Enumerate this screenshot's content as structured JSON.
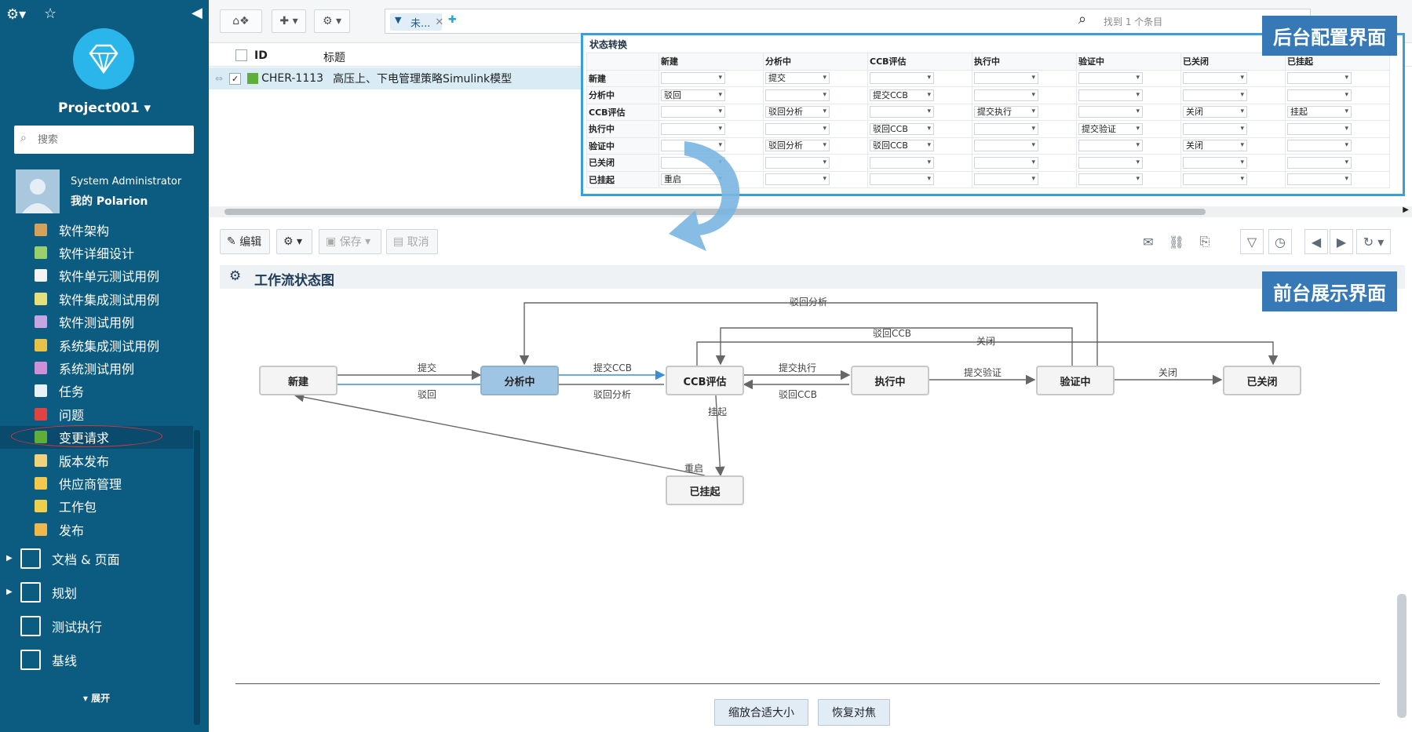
{
  "sidebar": {
    "project_name": "Project001",
    "search_placeholder": "搜索",
    "user_name": "System Administrator",
    "my_polarion": "我的 Polarion",
    "items": [
      {
        "label": "软件架构",
        "color": "#d6a25a"
      },
      {
        "label": "软件详细设计",
        "color": "#9ccf6b"
      },
      {
        "label": "软件单元测试用例",
        "color": "#f4f4f4"
      },
      {
        "label": "软件集成测试用例",
        "color": "#e6e07a"
      },
      {
        "label": "软件测试用例",
        "color": "#c6a5e2"
      },
      {
        "label": "系统集成测试用例",
        "color": "#e7c347"
      },
      {
        "label": "系统测试用例",
        "color": "#d090d8"
      },
      {
        "label": "任务",
        "color": "#e8f2f8"
      },
      {
        "label": "问题",
        "color": "#e14343"
      },
      {
        "label": "变更请求",
        "color": "#5fae3a"
      },
      {
        "label": "版本发布",
        "color": "#f0d27a"
      },
      {
        "label": "供应商管理",
        "color": "#f2c94c"
      },
      {
        "label": "工作包",
        "color": "#f0d04a"
      },
      {
        "label": "发布",
        "color": "#f0b84c"
      }
    ],
    "sections": [
      {
        "label": "文档 & 页面"
      },
      {
        "label": "规划"
      },
      {
        "label": "测试执行"
      },
      {
        "label": "基线"
      }
    ],
    "expand_label": "▾ 展开"
  },
  "topbar": {
    "query_chip": "未...",
    "found_text": "找到 1 个条目"
  },
  "table": {
    "col_id": "ID",
    "col_title": "标题",
    "row": {
      "id": "CHER-1113",
      "title": "高压上、下电管理策略Simulink模型"
    }
  },
  "config": {
    "title": "状态转换",
    "columns": [
      "新建",
      "分析中",
      "CCB评估",
      "执行中",
      "验证中",
      "已关闭",
      "已挂起"
    ],
    "rows": [
      {
        "label": "新建",
        "cells": [
          "",
          "提交",
          "",
          "",
          "",
          "",
          ""
        ]
      },
      {
        "label": "分析中",
        "cells": [
          "驳回",
          "",
          "提交CCB",
          "",
          "",
          "",
          ""
        ]
      },
      {
        "label": "CCB评估",
        "cells": [
          "",
          "驳回分析",
          "",
          "提交执行",
          "",
          "关闭",
          "挂起"
        ]
      },
      {
        "label": "执行中",
        "cells": [
          "",
          "",
          "驳回CCB",
          "",
          "提交验证",
          "",
          ""
        ]
      },
      {
        "label": "验证中",
        "cells": [
          "",
          "驳回分析",
          "驳回CCB",
          "",
          "",
          "关闭",
          ""
        ]
      },
      {
        "label": "已关闭",
        "cells": [
          "",
          "",
          "",
          "",
          "",
          "",
          ""
        ]
      },
      {
        "label": "已挂起",
        "cells": [
          "重启",
          "",
          "",
          "",
          "",
          "",
          ""
        ]
      }
    ],
    "tag": "后台配置界面"
  },
  "toolbar2": {
    "edit": "编辑",
    "save": "保存",
    "cancel": "取消"
  },
  "workflow": {
    "title": "工作流状态图",
    "tag": "前台展示界面",
    "nodes": {
      "new": "新建",
      "analysis": "分析中",
      "ccb": "CCB评估",
      "exec": "执行中",
      "verify": "验证中",
      "closed": "已关闭",
      "suspended": "已挂起"
    },
    "edges": {
      "submit": "提交",
      "reject": "驳回",
      "submit_ccb": "提交CCB",
      "reject_analysis": "驳回分析",
      "submit_exec": "提交执行",
      "reject_ccb": "驳回CCB",
      "submit_verify": "提交验证",
      "close": "关闭",
      "suspend": "挂起",
      "restart": "重启",
      "top_reject_analysis": "驳回分析",
      "top_reject_ccb": "驳回CCB",
      "top_close": "关闭"
    }
  },
  "bottom": {
    "fit": "缩放合适大小",
    "reset": "恢复对焦"
  }
}
